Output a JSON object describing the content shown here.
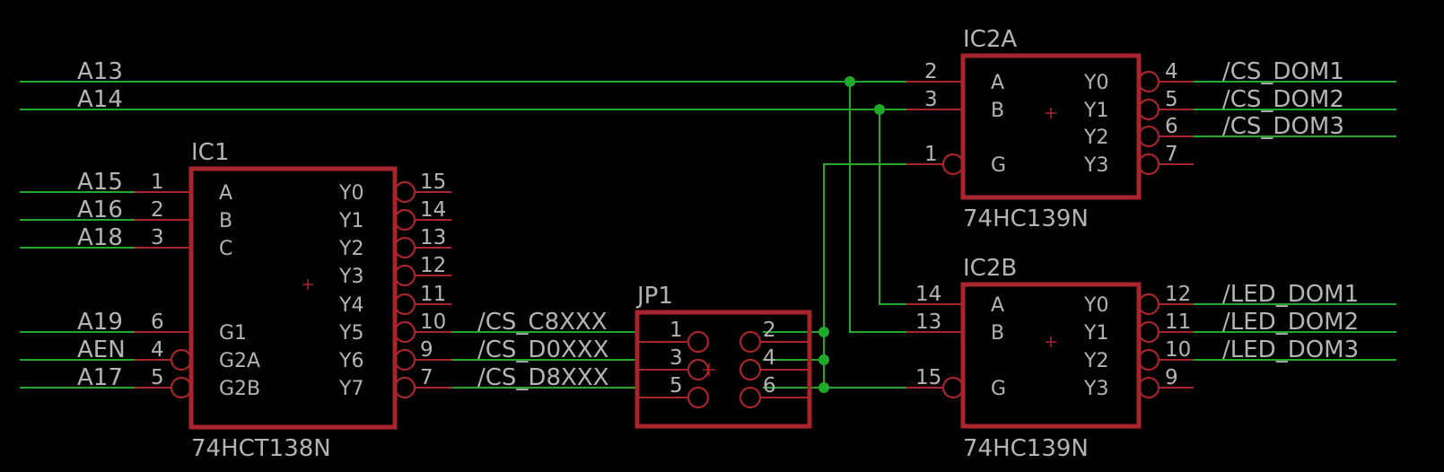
{
  "nets": {
    "a13": "A13",
    "a14": "A14",
    "a15": "A15",
    "a16": "A16",
    "a18": "A18",
    "a19": "A19",
    "aen": "AEN",
    "a17": "A17",
    "cs_c8": "/CS_C8XXX",
    "cs_d0": "/CS_D0XXX",
    "cs_d8": "/CS_D8XXX",
    "cs_dom1": "/CS_DOM1",
    "cs_dom2": "/CS_DOM2",
    "cs_dom3": "/CS_DOM3",
    "led_dom1": "/LED_DOM1",
    "led_dom2": "/LED_DOM2",
    "led_dom3": "/LED_DOM3"
  },
  "ic1": {
    "name": "IC1",
    "value": "74HCT138N",
    "labels": {
      "a": "A",
      "b": "B",
      "c": "C",
      "g1": "G1",
      "g2a": "G2A",
      "g2b": "G2B",
      "y0": "Y0",
      "y1": "Y1",
      "y2": "Y2",
      "y3": "Y3",
      "y4": "Y4",
      "y5": "Y5",
      "y6": "Y6",
      "y7": "Y7"
    },
    "pins": {
      "a": "1",
      "b": "2",
      "c": "3",
      "g1": "6",
      "g2a": "4",
      "g2b": "5",
      "y0": "15",
      "y1": "14",
      "y2": "13",
      "y3": "12",
      "y4": "11",
      "y5": "10",
      "y6": "9",
      "y7": "7"
    }
  },
  "jp1": {
    "name": "JP1",
    "pins": {
      "p1": "1",
      "p2": "2",
      "p3": "3",
      "p4": "4",
      "p5": "5",
      "p6": "6"
    }
  },
  "ic2a": {
    "name": "IC2A",
    "value": "74HC139N",
    "labels": {
      "a": "A",
      "b": "B",
      "g": "G",
      "y0": "Y0",
      "y1": "Y1",
      "y2": "Y2",
      "y3": "Y3"
    },
    "pins": {
      "a": "2",
      "b": "3",
      "g": "1",
      "y0": "4",
      "y1": "5",
      "y2": "6",
      "y3": "7"
    }
  },
  "ic2b": {
    "name": "IC2B",
    "value": "74HC139N",
    "labels": {
      "a": "A",
      "b": "B",
      "g": "G",
      "y0": "Y0",
      "y1": "Y1",
      "y2": "Y2",
      "y3": "Y3"
    },
    "pins": {
      "a": "14",
      "b": "13",
      "g": "15",
      "y0": "12",
      "y1": "11",
      "y2": "10",
      "y3": "9"
    }
  }
}
